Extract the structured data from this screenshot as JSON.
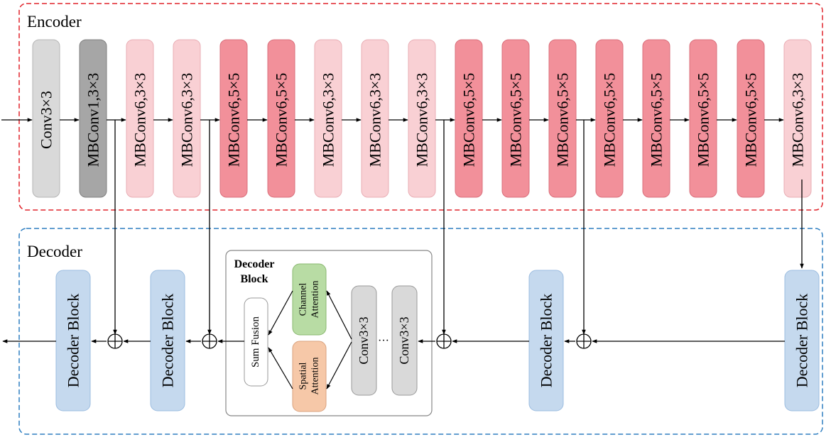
{
  "encoder": {
    "title": "Encoder",
    "border_color": "#e0242b",
    "blocks": [
      {
        "label": "Conv3×3",
        "color": "#d9d9d9"
      },
      {
        "label": "MBConv1,3×3",
        "color": "#a6a6a6"
      },
      {
        "label": "MBConv6,3×3",
        "color": "#f9d0d4"
      },
      {
        "label": "MBConv6,3×3",
        "color": "#f9d0d4"
      },
      {
        "label": "MBConv6,5×5",
        "color": "#f2909a"
      },
      {
        "label": "MBConv6,5×5",
        "color": "#f2909a"
      },
      {
        "label": "MBConv6,3×3",
        "color": "#f9d0d4"
      },
      {
        "label": "MBConv6,3×3",
        "color": "#f9d0d4"
      },
      {
        "label": "MBConv6,3×3",
        "color": "#f9d0d4"
      },
      {
        "label": "MBConv6,5×5",
        "color": "#f2909a"
      },
      {
        "label": "MBConv6,5×5",
        "color": "#f2909a"
      },
      {
        "label": "MBConv6,5×5",
        "color": "#f2909a"
      },
      {
        "label": "MBConv6,5×5",
        "color": "#f2909a"
      },
      {
        "label": "MBConv6,5×5",
        "color": "#f2909a"
      },
      {
        "label": "MBConv6,5×5",
        "color": "#f2909a"
      },
      {
        "label": "MBConv6,5×5",
        "color": "#f2909a"
      },
      {
        "label": "MBConv6,3×3",
        "color": "#f9d0d4"
      }
    ]
  },
  "decoder": {
    "title": "Decoder",
    "border_color": "#2f7fc1",
    "block_label": "Decoder Block",
    "block_color": "#c5d9ee",
    "detail": {
      "title_line1": "Decoder",
      "title_line2": "Block",
      "sum_fusion": "Sum Fusion",
      "channel_attention_line1": "Channel",
      "channel_attention_line2": "Attention",
      "channel_attention_color": "#b8dca4",
      "spatial_attention_line1": "Spatial",
      "spatial_attention_line2": "Attention",
      "spatial_attention_color": "#f6c8a8",
      "conv_label": "Conv3×3",
      "conv_color": "#d9d9d9",
      "ellipsis": "···"
    }
  }
}
